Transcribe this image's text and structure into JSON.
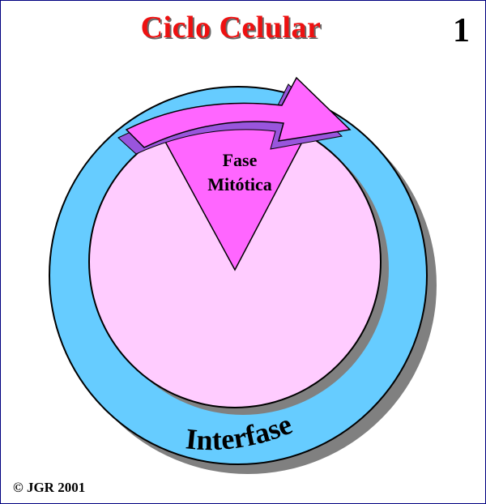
{
  "header": {
    "title": "Ciclo Celular",
    "slide_number": "1"
  },
  "diagram": {
    "mitotic_phase_label_line1": "Fase",
    "mitotic_phase_label_line2": "Mitótica",
    "interphase_label": "Interfase",
    "colors": {
      "ring": "#66ccff",
      "interphase_fill": "#ffccff",
      "mitotic_fill": "#ff66ff",
      "arrow_fill": "#ff66ff",
      "arrow_shadow": "#9955dd",
      "shadow": "#808080",
      "title": "#ee1111"
    }
  },
  "footer": {
    "copyright": "© JGR 2001"
  }
}
